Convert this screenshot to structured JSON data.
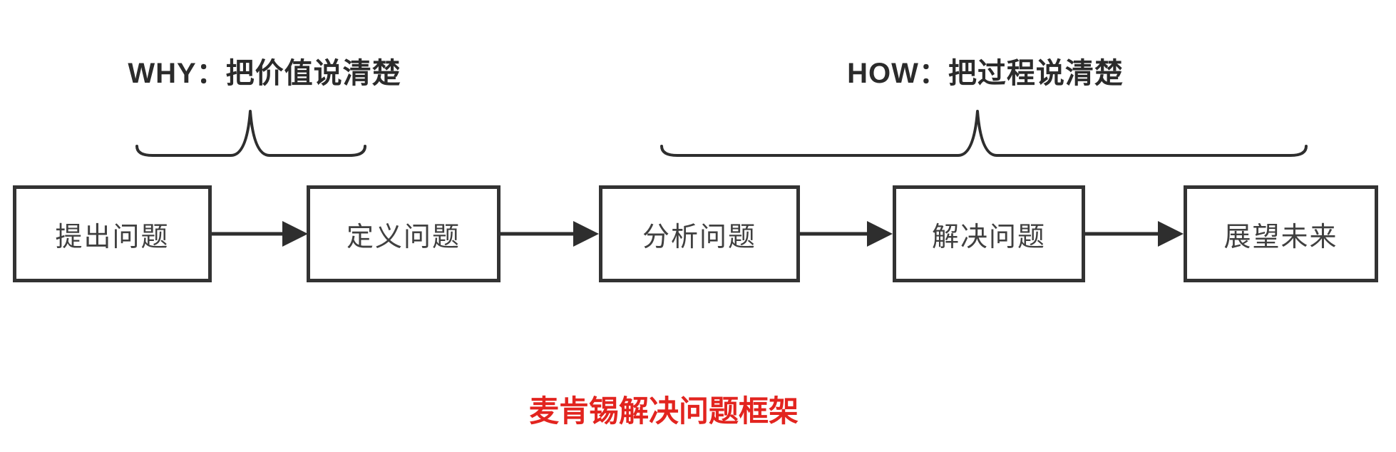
{
  "diagram": {
    "why_title": "WHY：把价值说清楚",
    "how_title": "HOW：把过程说清楚",
    "steps": [
      {
        "label": "提出问题"
      },
      {
        "label": "定义问题"
      },
      {
        "label": "分析问题"
      },
      {
        "label": "解决问题"
      },
      {
        "label": "展望未来"
      }
    ],
    "caption": {
      "text": "麦肯锡解决问题框架",
      "color": "#e2241f"
    },
    "colors": {
      "background": "#ffffff",
      "stroke": "#2e2e2e",
      "box_border": "#333333",
      "box_text": "#404040",
      "title_text": "#2b2b2b"
    }
  }
}
